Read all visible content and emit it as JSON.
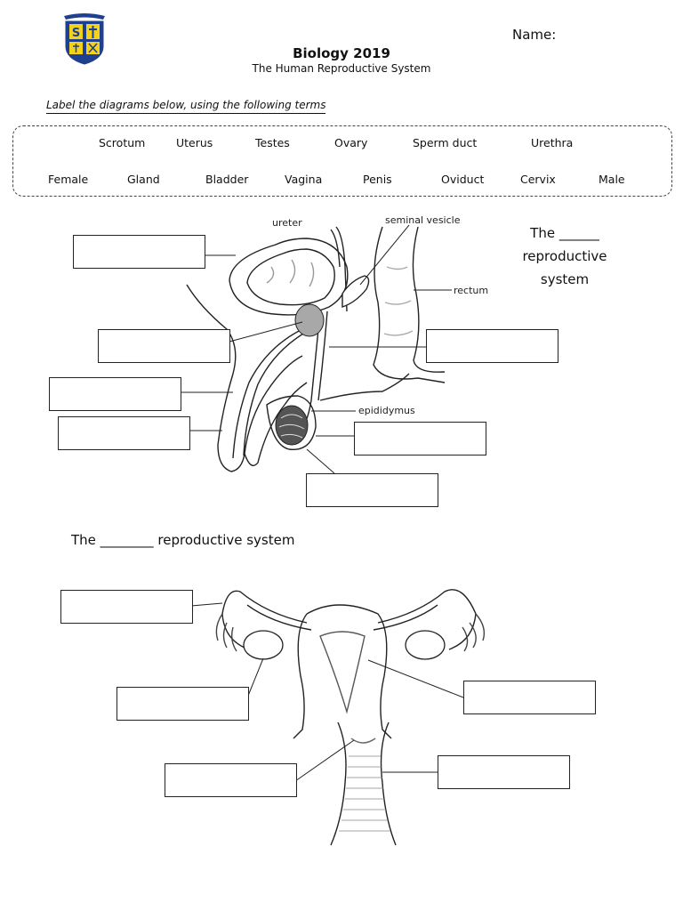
{
  "header": {
    "name_label": "Name:",
    "title": "Biology 2019",
    "subtitle": "The Human Reproductive System",
    "instruction": "Label the diagrams below, using the following terms"
  },
  "terms_row1": [
    "Scrotum",
    "Uterus",
    "Testes",
    "Ovary",
    "Sperm duct",
    "Urethra"
  ],
  "terms_row2": [
    "Female",
    "Gland",
    "Bladder",
    "Vagina",
    "Penis",
    "Oviduct",
    "Cervix",
    "Male"
  ],
  "male": {
    "title_line1": "The ______",
    "title_line2": "reproductive",
    "title_line3": "system",
    "label_ureter": "ureter",
    "label_seminal_vesicle": "seminal vesicle",
    "label_rectum": "rectum",
    "label_epididymus": "epididymus"
  },
  "female": {
    "title": "The ________ reproductive system"
  },
  "colors": {
    "crest_blue": "#1f3f8f",
    "crest_yellow": "#f2d21b",
    "gland_gray": "#a8a8a8"
  }
}
